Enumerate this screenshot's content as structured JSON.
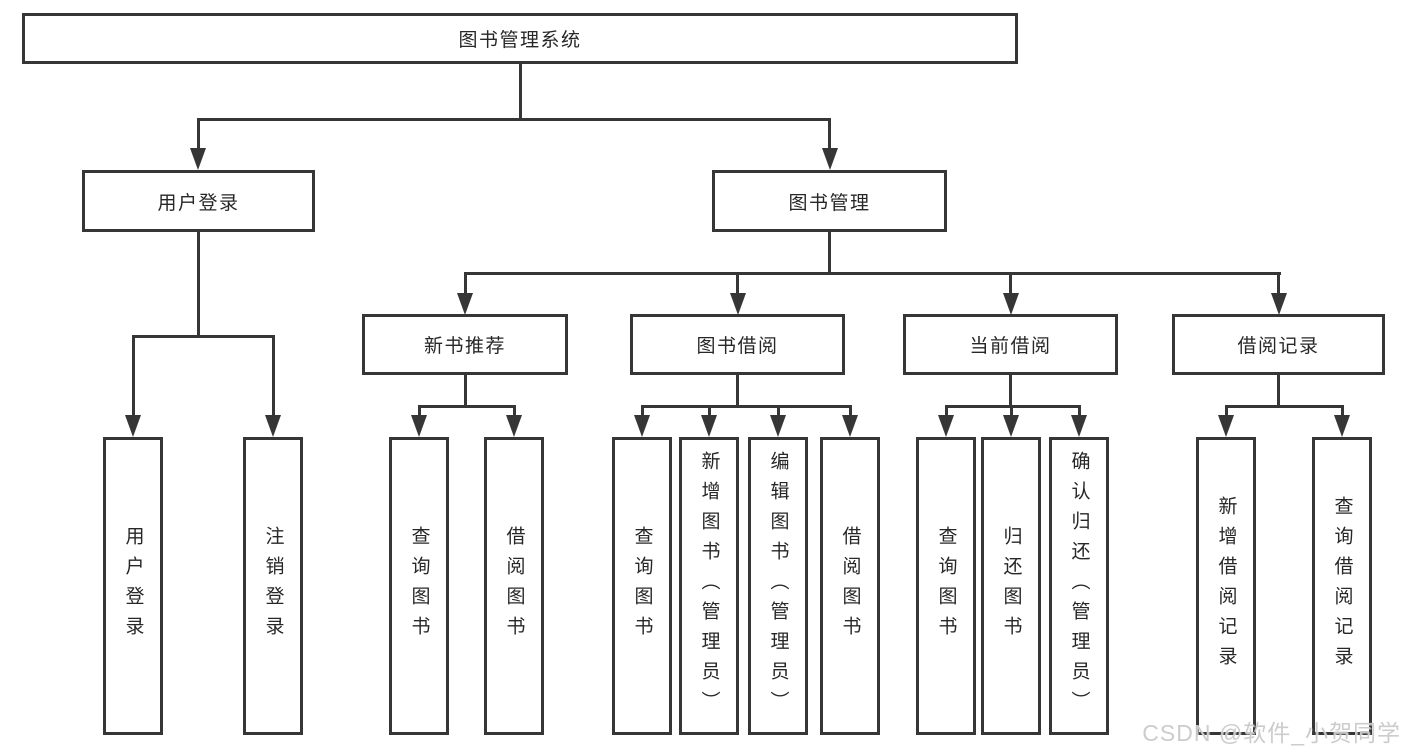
{
  "diagram": {
    "root": {
      "label": "图书管理系统",
      "children": [
        {
          "label": "用户登录",
          "children": [
            {
              "label": "用户登录"
            },
            {
              "label": "注销登录"
            }
          ]
        },
        {
          "label": "图书管理",
          "children": [
            {
              "label": "新书推荐",
              "children": [
                {
                  "label": "查询图书"
                },
                {
                  "label": "借阅图书"
                }
              ]
            },
            {
              "label": "图书借阅",
              "children": [
                {
                  "label": "查询图书"
                },
                {
                  "label": "新增图书（管理员）"
                },
                {
                  "label": "编辑图书（管理员）"
                },
                {
                  "label": "借阅图书"
                }
              ]
            },
            {
              "label": "当前借阅",
              "children": [
                {
                  "label": "查询图书"
                },
                {
                  "label": "归还图书"
                },
                {
                  "label": "确认归还（管理员）"
                }
              ]
            },
            {
              "label": "借阅记录",
              "children": [
                {
                  "label": "新增借阅记录"
                },
                {
                  "label": "查询借阅记录"
                }
              ]
            }
          ]
        }
      ]
    }
  },
  "watermark": "CSDN @软件_小贺同学",
  "theme": {
    "line_color": "#363636",
    "text_color": "#272727",
    "background": "#ffffff"
  }
}
